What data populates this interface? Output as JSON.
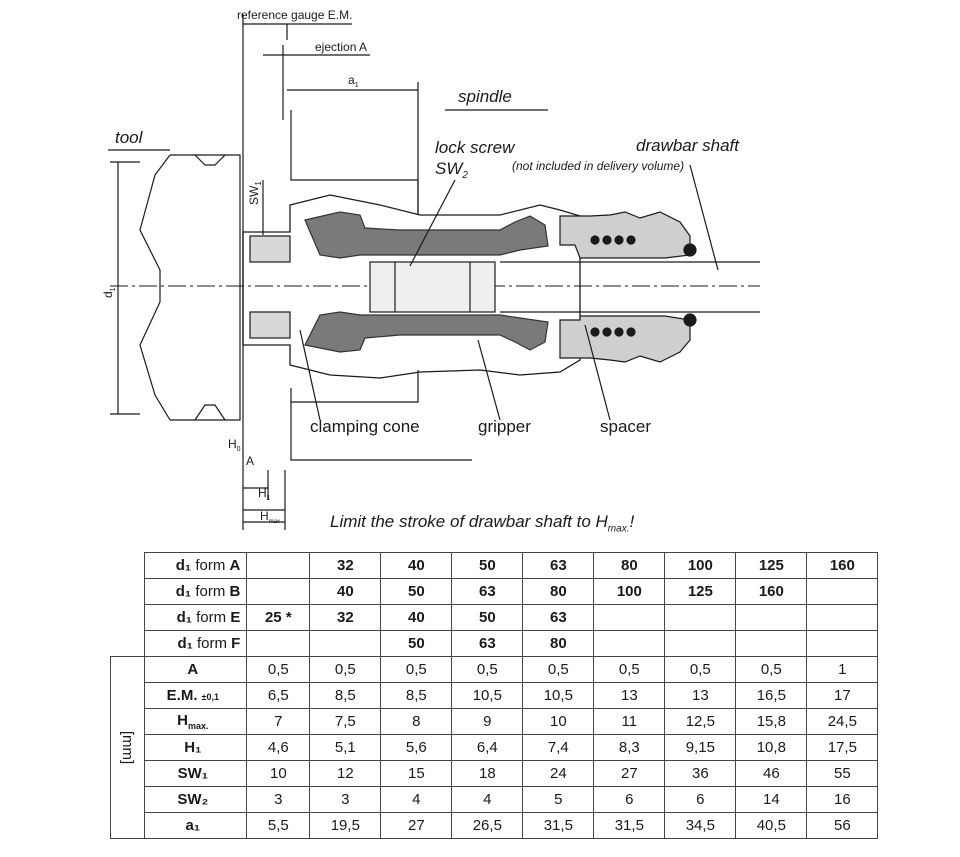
{
  "drawing": {
    "labels": {
      "reference_gauge": "reference gauge E.M.",
      "ejection": "ejection A",
      "a1": "a",
      "a1_sub": "1",
      "spindle": "spindle",
      "tool": "tool",
      "lock_screw": "lock screw",
      "sw2": "SW",
      "sw2_sub": "2",
      "drawbar_shaft": "drawbar shaft",
      "not_included": "(not included in delivery volume)",
      "sw1": "SW",
      "sw1_sub": "1",
      "d1": "d",
      "d1_sub": "1",
      "clamping_cone": "clamping cone",
      "gripper": "gripper",
      "spacer": "spacer",
      "h0": "H",
      "h0_sub": "0",
      "a_dim": "A",
      "h1": "H",
      "h1_sub": "1",
      "hmax": "H",
      "hmax_sub": "max"
    },
    "caption_main": "Limit the stroke of drawbar shaft to H",
    "caption_sub": "max.",
    "caption_end": "!"
  },
  "table": {
    "unit": "[mm]",
    "form_rows": [
      {
        "label_prefix": "d₁ ",
        "label_mid": "form ",
        "label_end": "A",
        "cells": [
          "",
          "32",
          "40",
          "50",
          "63",
          "80",
          "100",
          "125",
          "160"
        ]
      },
      {
        "label_prefix": "d₁ ",
        "label_mid": "form ",
        "label_end": "B",
        "cells": [
          "",
          "40",
          "50",
          "63",
          "80",
          "100",
          "125",
          "160",
          ""
        ]
      },
      {
        "label_prefix": "d₁ ",
        "label_mid": "form ",
        "label_end": "E",
        "cells": [
          "25 *",
          "32",
          "40",
          "50",
          "63",
          "",
          "",
          "",
          ""
        ]
      },
      {
        "label_prefix": "d₁ ",
        "label_mid": "form ",
        "label_end": "F",
        "cells": [
          "",
          "",
          "50",
          "63",
          "80",
          "",
          "",
          "",
          ""
        ]
      }
    ],
    "dim_rows": [
      {
        "label": "A",
        "label_sub": "",
        "cells": [
          "0,5",
          "0,5",
          "0,5",
          "0,5",
          "0,5",
          "0,5",
          "0,5",
          "0,5",
          "1"
        ]
      },
      {
        "label": "E.M.",
        "label_sub": "±0,1",
        "cells": [
          "6,5",
          "8,5",
          "8,5",
          "10,5",
          "10,5",
          "13",
          "13",
          "16,5",
          "17"
        ]
      },
      {
        "label": "H",
        "label_sub": "max.",
        "cells": [
          "7",
          "7,5",
          "8",
          "9",
          "10",
          "11",
          "12,5",
          "15,8",
          "24,5"
        ]
      },
      {
        "label": "H₁",
        "label_sub": "",
        "cells": [
          "4,6",
          "5,1",
          "5,6",
          "6,4",
          "7,4",
          "8,3",
          "9,15",
          "10,8",
          "17,5"
        ]
      },
      {
        "label": "SW₁",
        "label_sub": "",
        "cells": [
          "10",
          "12",
          "15",
          "18",
          "24",
          "27",
          "36",
          "46",
          "55"
        ]
      },
      {
        "label": "SW₂",
        "label_sub": "",
        "cells": [
          "3",
          "3",
          "4",
          "4",
          "5",
          "6",
          "6",
          "14",
          "16"
        ]
      },
      {
        "label": "a₁",
        "label_sub": "",
        "cells": [
          "5,5",
          "19,5",
          "27",
          "26,5",
          "31,5",
          "31,5",
          "34,5",
          "40,5",
          "56"
        ]
      }
    ]
  }
}
